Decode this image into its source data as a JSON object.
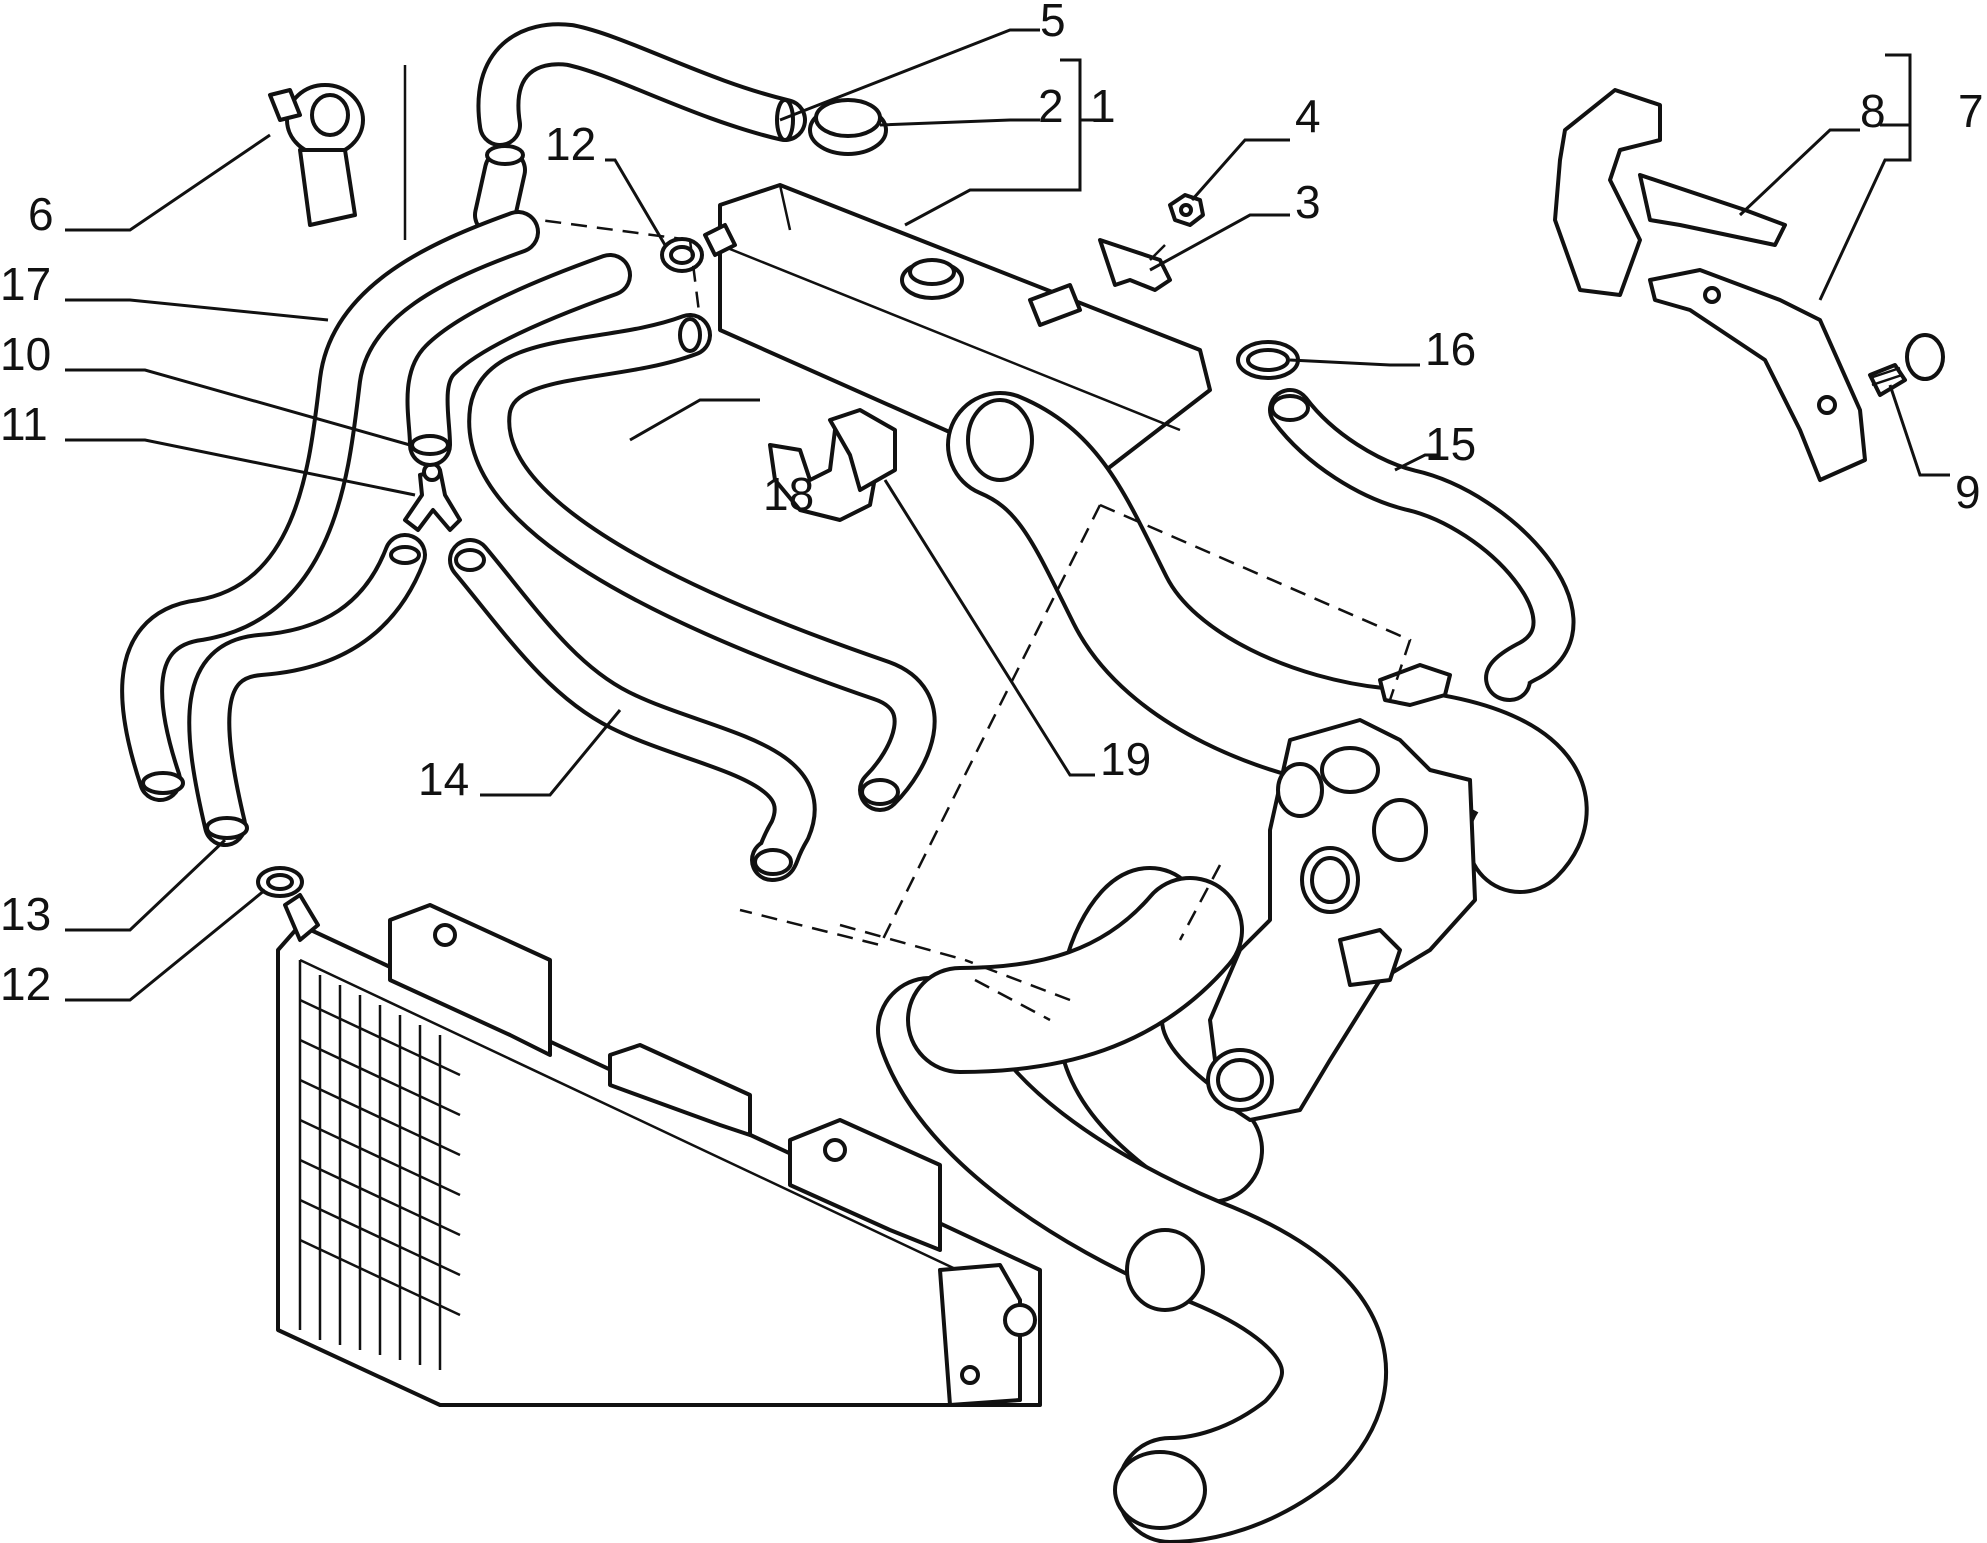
{
  "callouts": [
    {
      "id": "c1",
      "text": "1"
    },
    {
      "id": "c2",
      "text": "2"
    },
    {
      "id": "c3",
      "text": "3"
    },
    {
      "id": "c4",
      "text": "4"
    },
    {
      "id": "c5",
      "text": "5"
    },
    {
      "id": "c6",
      "text": "6"
    },
    {
      "id": "c7",
      "text": "7"
    },
    {
      "id": "c8",
      "text": "8"
    },
    {
      "id": "c9",
      "text": "9"
    },
    {
      "id": "c10",
      "text": "10"
    },
    {
      "id": "c11",
      "text": "11"
    },
    {
      "id": "c12a",
      "text": "12"
    },
    {
      "id": "c12b",
      "text": "12"
    },
    {
      "id": "c13",
      "text": "13"
    },
    {
      "id": "c14",
      "text": "14"
    },
    {
      "id": "c15",
      "text": "15"
    },
    {
      "id": "c16",
      "text": "16"
    },
    {
      "id": "c17",
      "text": "17"
    },
    {
      "id": "c18",
      "text": "18"
    },
    {
      "id": "c19",
      "text": "19"
    }
  ]
}
